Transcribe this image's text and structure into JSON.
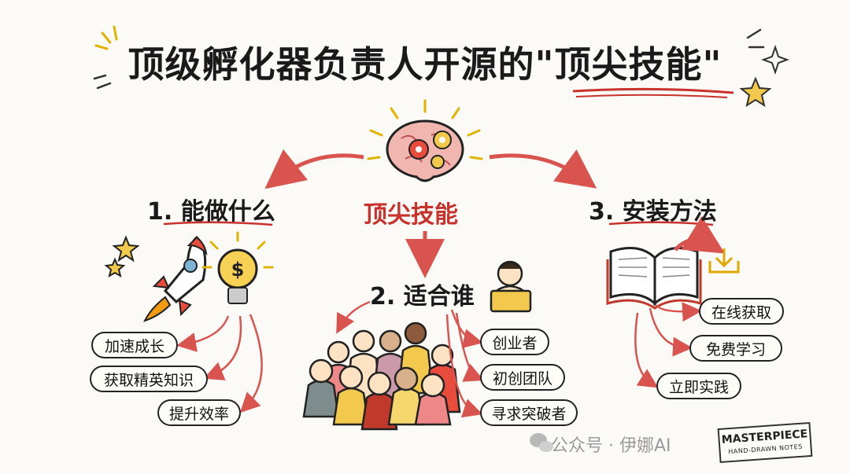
{
  "title": "顶级孵化器负责人开源的\"顶尖技能\"",
  "center": {
    "label": "顶尖技能",
    "icon": "brain-gears-icon"
  },
  "sections": [
    {
      "label": "1. 能做什么",
      "icon": "rocket-lightbulb-icon",
      "items": [
        "加速成长",
        "获取精英知识",
        "提升效率"
      ]
    },
    {
      "label": "2. 适合谁",
      "icon": "people-group-icon",
      "items": [
        "创业者",
        "初创团队",
        "寻求突破者"
      ]
    },
    {
      "label": "3. 安装方法",
      "icon": "book-download-icon",
      "items": [
        "在线获取",
        "免费学习",
        "立即实践"
      ]
    }
  ],
  "watermark": {
    "text": "公众号 · 伊娜AI",
    "icon": "wechat-icon"
  },
  "stamp": {
    "line1": "MASTERPIECE",
    "line2": "HAND-DRAWN NOTES"
  },
  "colors": {
    "accent": "#c8312c",
    "arrow": "#d9534f",
    "highlight": "#f2c94c",
    "ink": "#1a1a1a"
  }
}
